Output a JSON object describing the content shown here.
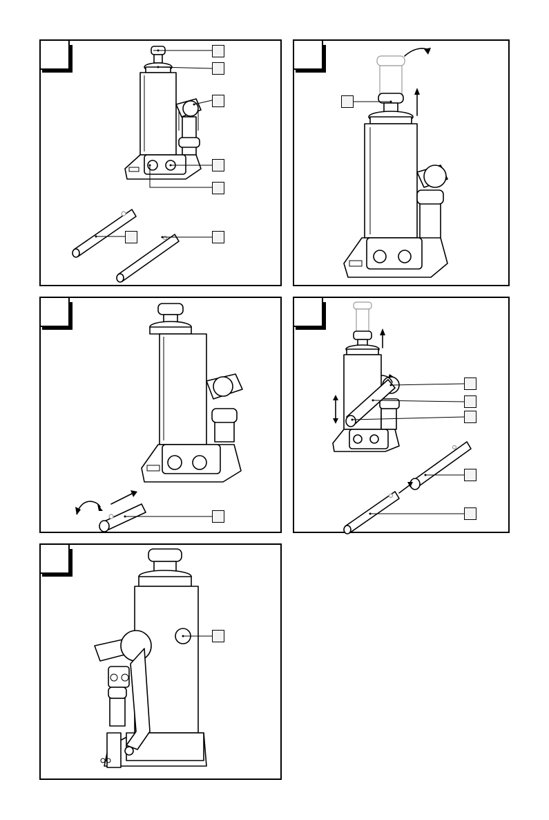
{
  "panels": [
    {
      "id": 1,
      "step": ""
    },
    {
      "id": 2,
      "step": ""
    },
    {
      "id": 3,
      "step": ""
    },
    {
      "id": 4,
      "step": ""
    },
    {
      "id": 5,
      "step": ""
    }
  ],
  "colors": {
    "line": "#000000",
    "background": "#ffffff",
    "callout_fill": "#f4f4f4"
  }
}
